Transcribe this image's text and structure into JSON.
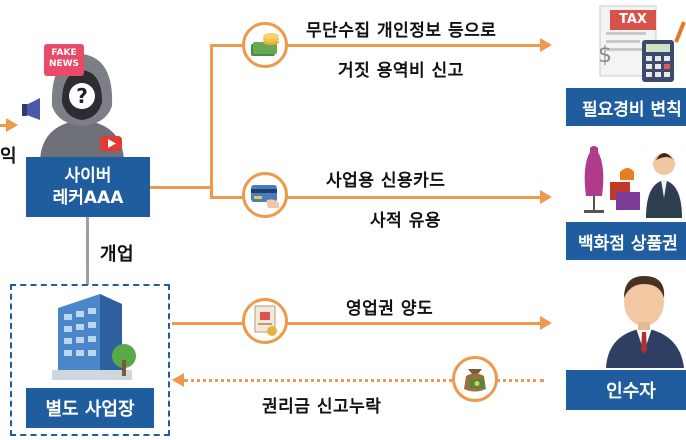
{
  "left_partial_label": "익",
  "hacker": {
    "fake_news": "FAKE\nNEWS",
    "name_line1": "사이버",
    "name_line2": "레커AAA"
  },
  "open_label": "개업",
  "branch": {
    "label": "별도 사업장"
  },
  "flows": {
    "expense_line1": "무단수집 개인정보 등으로",
    "expense_line2": "거짓 용역비 신고",
    "card_line1": "사업용 신용카드",
    "card_line2": "사적 유용",
    "transfer": "영업권 양도",
    "premium": "권리금 신고누락"
  },
  "targets": {
    "expense": "필요경비 변칙",
    "department": "백화점 상품권",
    "acquirer": "인수자"
  },
  "tax_doc_label": "TAX",
  "colors": {
    "orange": "#ee9a4d",
    "blue": "#1f5d9e"
  }
}
